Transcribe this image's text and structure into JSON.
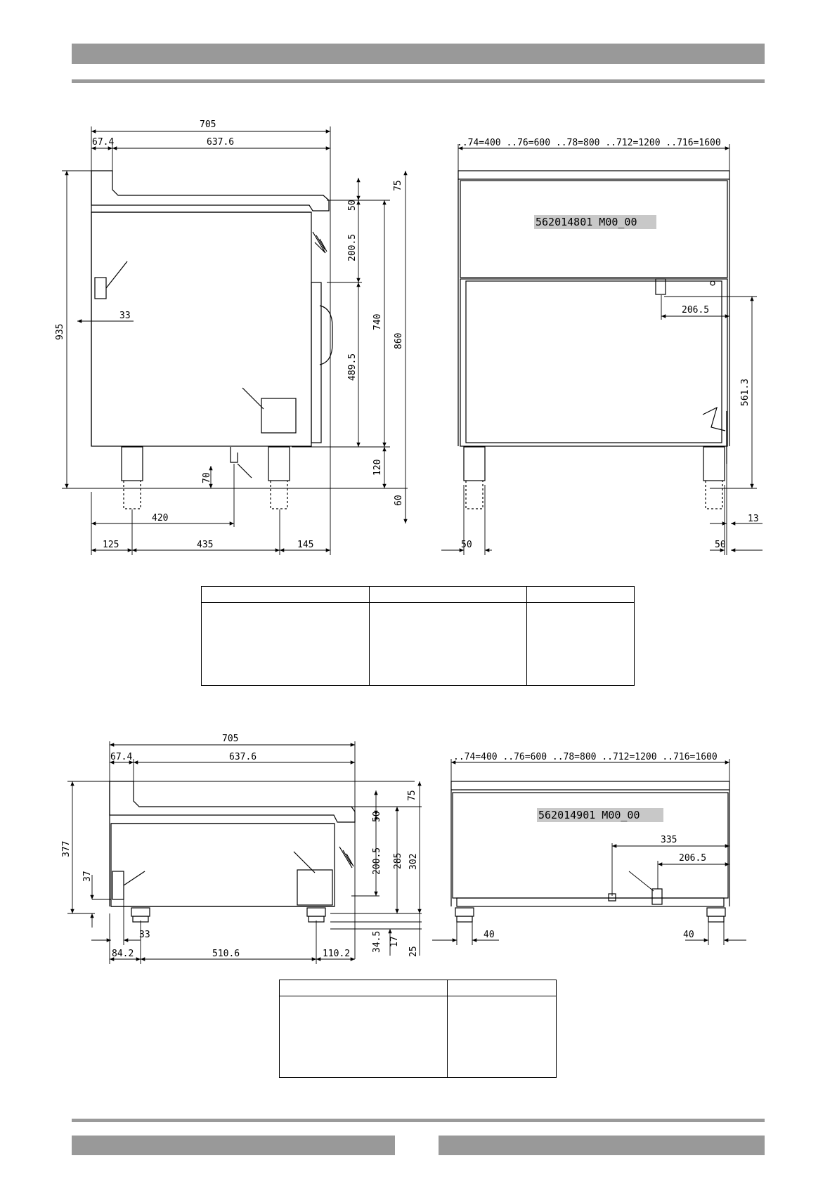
{
  "drawing_top": {
    "side_dims": {
      "overall_width": "705",
      "offset": "67.4",
      "body_width": "637.6",
      "overall_height": "935",
      "top_edge": "75",
      "panel_gap": "50",
      "panel_height": "200.5",
      "cabinet_height": "740",
      "door_height": "489.5",
      "body_height": "860",
      "leg_height": "120",
      "foot": "60",
      "connection_offset": "33",
      "drain_height": "70",
      "drain_x": "420",
      "left_margin": "125",
      "leg_spacing": "435",
      "right_margin": "145"
    },
    "front_dims": {
      "widths": "..74=400  ..76=600  ..78=800  ..712=1200  ..716=1600",
      "code": "562014801  M00_00",
      "conn_x": "206.5",
      "conn_height": "561.3",
      "side_offset": "13",
      "left_leg": "50",
      "right_leg": "50"
    }
  },
  "drawing_bottom": {
    "side_dims": {
      "overall_width": "705",
      "offset": "67.4",
      "body_width": "637.6",
      "overall_height": "377",
      "conn_height": "37",
      "top_edge": "75",
      "panel_gap": "50",
      "panel_height": "200.5",
      "body_height": "285",
      "total": "302",
      "foot_a": "34.5",
      "foot_b": "17",
      "foot_c": "25",
      "connection_offset": "33",
      "left_margin": "84.2",
      "leg_spacing": "510.6",
      "right_margin": "110.2"
    },
    "front_dims": {
      "widths": "..74=400  ..76=600  ..78=800  ..712=1200  ..716=1600",
      "code": "562014901  M00_00",
      "drain_x": "335",
      "conn_x": "206.5",
      "left_leg": "40",
      "right_leg": "40"
    }
  }
}
